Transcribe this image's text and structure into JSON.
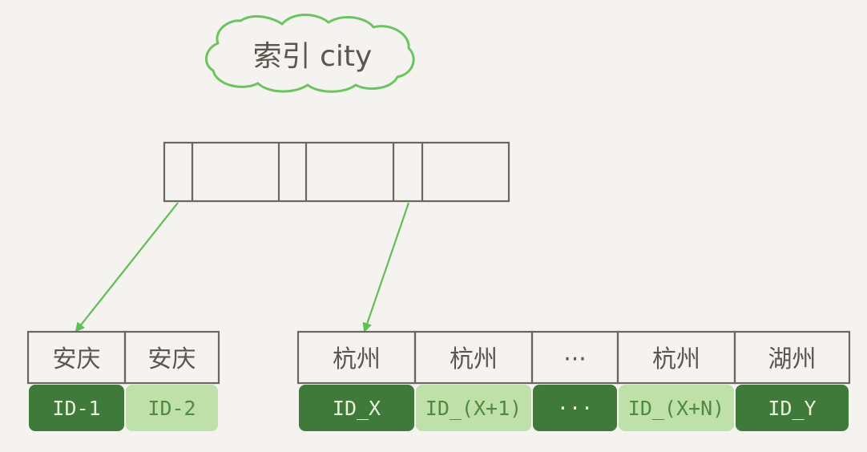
{
  "title": "索引 city",
  "colors": {
    "background": "#f4f3ef",
    "outline": "#6b665f",
    "text": "#5b564f",
    "arrow": "#5fbf55",
    "cloud": "#6cc460",
    "dark_green": "#3f7a3a",
    "light_green": "#bfe0a8",
    "dark_text": "#e6f3d9",
    "light_text": "#4f8a40"
  },
  "leaf_left": {
    "keys": [
      "安庆",
      "安庆"
    ],
    "ids": [
      {
        "label": "ID-1",
        "shade": "dark"
      },
      {
        "label": "ID-2",
        "shade": "light"
      }
    ]
  },
  "leaf_right": {
    "keys": [
      "杭州",
      "杭州",
      "···",
      "杭州",
      "湖州"
    ],
    "ids": [
      {
        "label": "ID_X",
        "shade": "dark"
      },
      {
        "label": "ID_(X+1)",
        "shade": "light"
      },
      {
        "label": "···",
        "shade": "dark"
      },
      {
        "label": "ID_(X+N)",
        "shade": "light"
      },
      {
        "label": "ID_Y",
        "shade": "dark"
      }
    ]
  }
}
